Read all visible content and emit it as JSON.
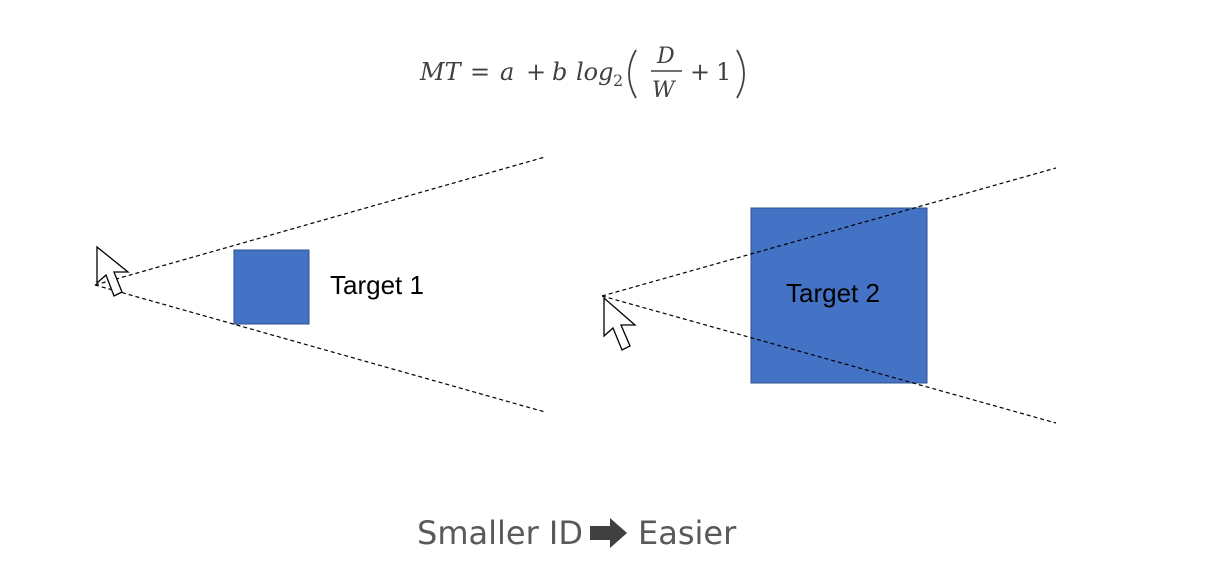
{
  "formula": {
    "lhs": "MT",
    "equals": "=",
    "a": "a",
    "plus1": "+",
    "b": "b",
    "log": "log",
    "base": "2",
    "numerator": "D",
    "denominator": "W",
    "plus2": "+",
    "one": "1"
  },
  "targets": [
    {
      "label": "Target 1",
      "fill": "#4472C4"
    },
    {
      "label": "Target 2",
      "fill": "#4472C4"
    }
  ],
  "caption": {
    "left": "Smaller ID",
    "arrow_icon": "bold-right-arrow-icon",
    "right": "Easier"
  },
  "colors": {
    "target_fill": "#4472C4",
    "text_dark": "#404040",
    "caption": "#595959"
  }
}
